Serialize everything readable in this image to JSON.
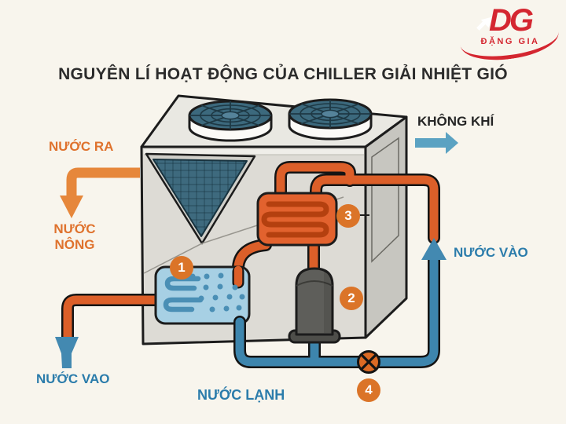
{
  "title": "NGUYÊN LÍ HOẠT ĐỘNG CỦA CHILLER GIẢI NHIỆT GIÓ",
  "logo": {
    "initials": "DG",
    "name": "ĐẶNG GIA"
  },
  "labels": {
    "water_out": "NƯỚC RA",
    "hot_water": "NƯỚC NÔNG",
    "air": "KHÔNG KHÍ",
    "water_in_right": "NƯỚC VÀO",
    "water_in_left": "NƯỚC VAO",
    "cold_water": "NƯỚC LẠNH"
  },
  "steps": [
    {
      "number": "1",
      "component": "evaporator"
    },
    {
      "number": "2",
      "component": "compressor"
    },
    {
      "number": "3",
      "component": "condenser-coil"
    },
    {
      "number": "4",
      "component": "expansion-valve"
    }
  ],
  "icons": {
    "fan": "fan-icon",
    "valve": "valve-cross-icon",
    "arrow_down_orange": "arrow-down-icon",
    "arrow_right_blue": "arrow-right-icon",
    "arrow_up_blue": "arrow-up-icon",
    "arrow_down_blue": "arrow-down-icon"
  },
  "colors": {
    "background": "#f8f5ed",
    "orange_pipe": "#dc5f29",
    "orange_badge": "#db7428",
    "orange_arrow": "#e6873b",
    "blue_pipe": "#3d85ad",
    "blue_arrow": "#4389b1",
    "blue_text": "#2b7cab",
    "logo_red": "#d42630",
    "body_gray": "#dddbd5",
    "fan_teal": "#3c697d",
    "evaporator_blue": "#a7d0e4",
    "compressor_gray": "#5e5e5a"
  }
}
